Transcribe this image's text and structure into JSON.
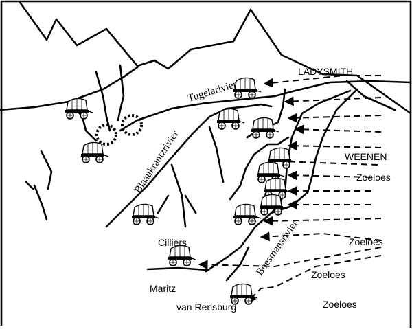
{
  "labels": {
    "ladysmith": "LADYSMITH",
    "tugela": "Tugelarivier",
    "blaauwkrantz": "Blaaukrantzrivier",
    "weenen": "WEENEN",
    "boesmans": "Boesmansrivier",
    "zulus": "Zoeloes",
    "cilliers": "Cilliers",
    "maritz": "Maritz",
    "van_rensburg": "van Rensburg"
  },
  "icons": {
    "wagon": "ox-wagon-icon",
    "fire": "burning-camp-icon",
    "arrow": "arrowhead-icon"
  },
  "colors": {
    "ink": "#000000",
    "paper": "#ffffff"
  }
}
